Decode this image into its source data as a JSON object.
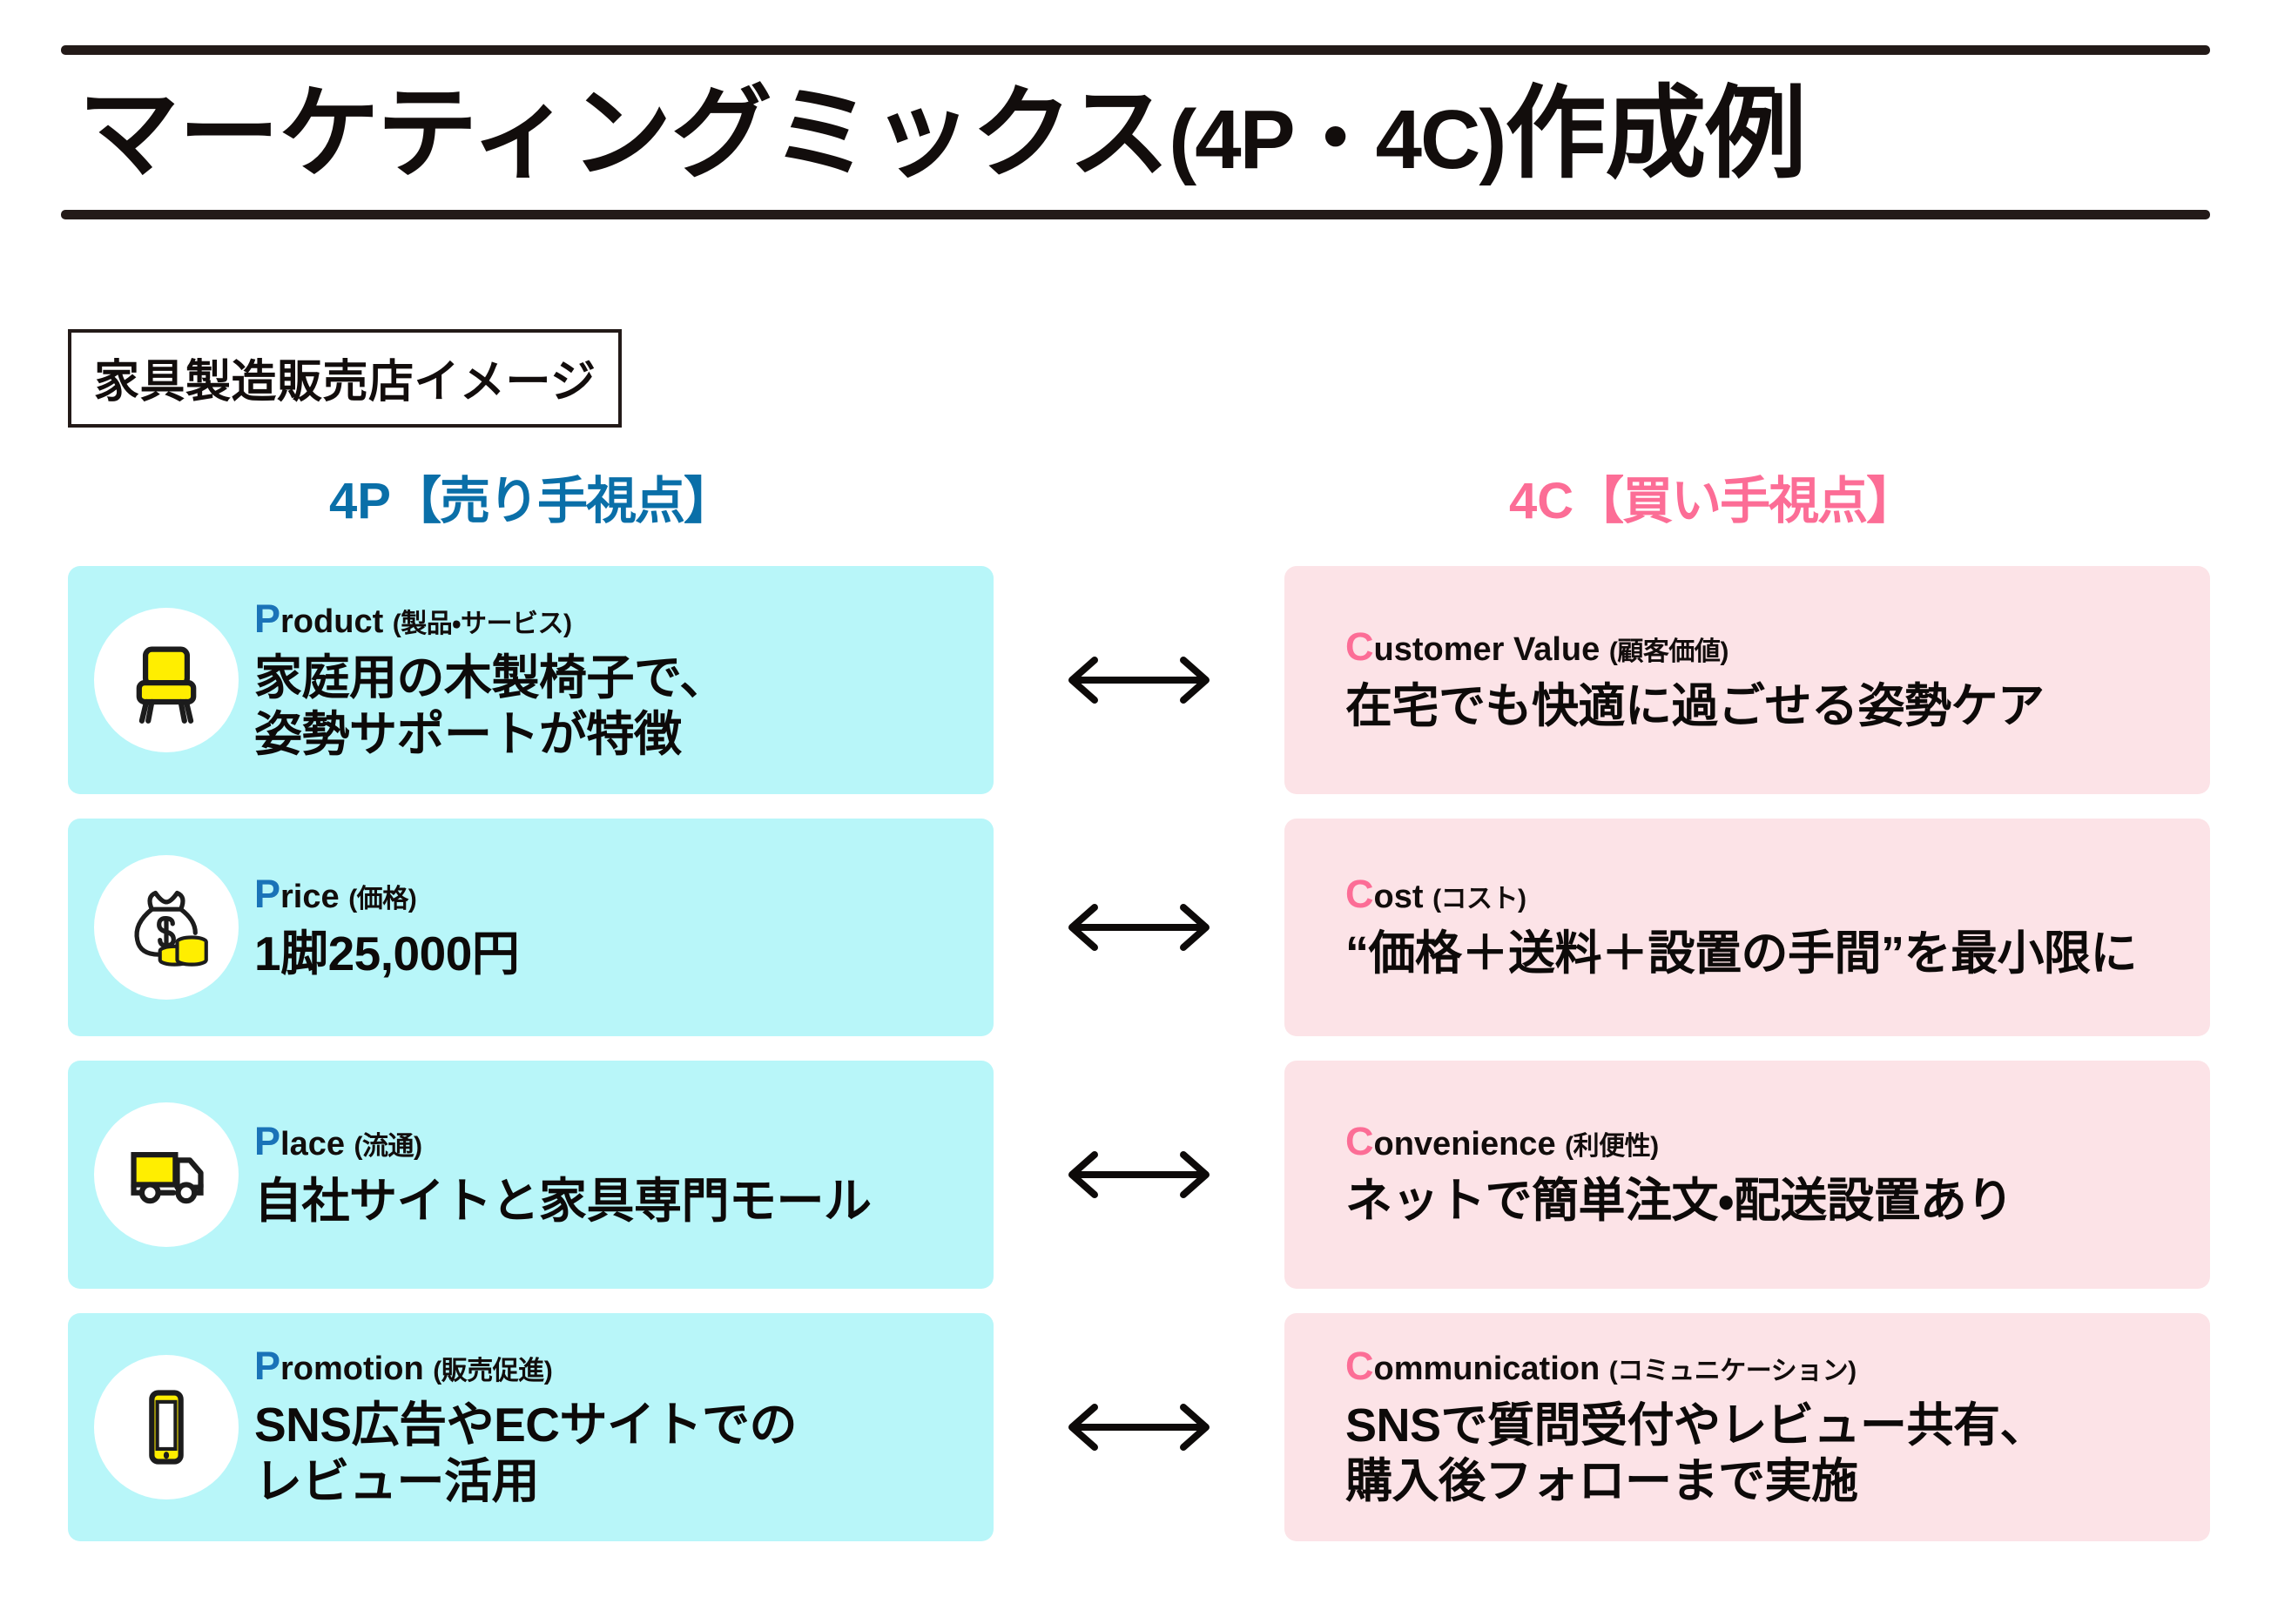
{
  "header": {
    "title_main": "マーケティングミックス",
    "title_paren": "(4P・4C)",
    "title_tail": "作成例",
    "sub_label": "家具製造販売店イメージ"
  },
  "columns": {
    "left": {
      "code": "4P",
      "bracket": "【売り手視点】",
      "color": "#0a6fa8"
    },
    "right": {
      "code": "4C",
      "bracket": "【買い手視点】",
      "color": "#fc6d96"
    }
  },
  "colors": {
    "panel_left_bg": "#b8f6f9",
    "panel_right_bg": "#fce3e7",
    "accent_blue": "#1a73b8",
    "accent_pink": "#fc6d96",
    "icon_yellow": "#ffee00",
    "ink": "#120d0c"
  },
  "rows": [
    {
      "icon": "chair-icon",
      "left": {
        "initial": "P",
        "term": "roduct",
        "jp_term": "(製品・サービス)",
        "lines": [
          "家庭用の木製椅子で、",
          "姿勢サポートが特徴"
        ]
      },
      "arrow": "double-headed-arrow",
      "right": {
        "initial": "C",
        "term": "ustomer Value",
        "jp_term": "(顧客価値)",
        "lines": [
          "在宅でも快適に過ごせる姿勢ケア"
        ]
      }
    },
    {
      "icon": "money-bag-icon",
      "left": {
        "initial": "P",
        "term": "rice",
        "jp_term": "(価格)",
        "lines": [
          "1脚25,000円"
        ]
      },
      "arrow": "double-headed-arrow",
      "right": {
        "initial": "C",
        "term": "ost",
        "jp_term": "(コスト)",
        "lines": [
          "“価格＋送料＋設置の手間”を最小限に"
        ]
      }
    },
    {
      "icon": "delivery-truck-icon",
      "left": {
        "initial": "P",
        "term": "lace",
        "jp_term": "(流通)",
        "lines": [
          "自社サイトと家具専門モール"
        ]
      },
      "arrow": "double-headed-arrow",
      "right": {
        "initial": "C",
        "term": "onvenience",
        "jp_term": "(利便性)",
        "lines": [
          "ネットで簡単注文・配送設置あり"
        ]
      }
    },
    {
      "icon": "smartphone-icon",
      "left": {
        "initial": "P",
        "term": "romotion",
        "jp_term": "(販売促進)",
        "lines": [
          "SNS広告やECサイトでの",
          "レビュー活用"
        ]
      },
      "arrow": "double-headed-arrow",
      "right": {
        "initial": "C",
        "term": "ommunication",
        "jp_term": "(コミュニケーション)",
        "lines": [
          "SNSで質問受付やレビュー共有、",
          "購入後フォローまで実施"
        ]
      }
    }
  ]
}
